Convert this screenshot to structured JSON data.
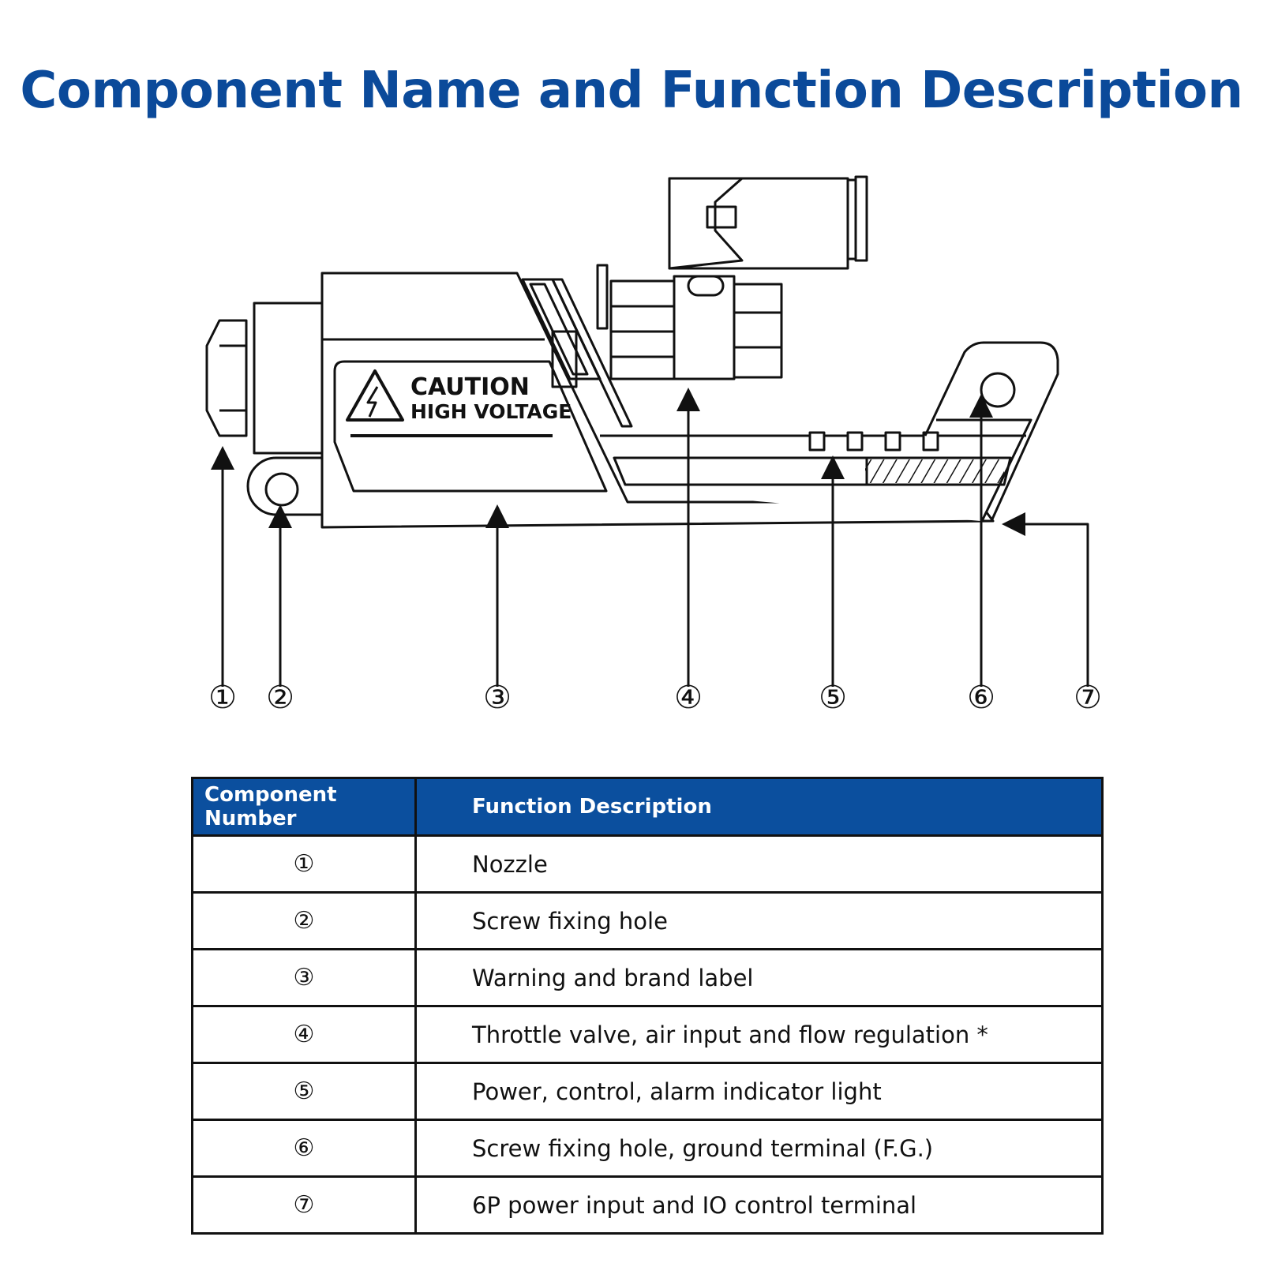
{
  "title": "Component Name and Function Description",
  "device_label": {
    "caution": "CAUTION",
    "high_voltage": "HIGH VOLTAGE"
  },
  "callouts": [
    "①",
    "②",
    "③",
    "④",
    "⑤",
    "⑥",
    "⑦"
  ],
  "table": {
    "headers": {
      "number": "Component Number",
      "description": "Function Description"
    },
    "rows": [
      {
        "number": "①",
        "description": "Nozzle"
      },
      {
        "number": "②",
        "description": "Screw fixing hole"
      },
      {
        "number": "③",
        "description": "Warning and brand label"
      },
      {
        "number": "④",
        "description": "Throttle valve, air input and flow regulation *"
      },
      {
        "number": "⑤",
        "description": "Power, control, alarm indicator light"
      },
      {
        "number": "⑥",
        "description": "Screw fixing hole, ground terminal (F.G.)"
      },
      {
        "number": "⑦",
        "description": "6P power input and IO control terminal"
      }
    ]
  },
  "colors": {
    "title": "#0b4a9a",
    "header_fill": "#0b4f9e",
    "header_text": "#ffffff",
    "line": "#111111"
  }
}
